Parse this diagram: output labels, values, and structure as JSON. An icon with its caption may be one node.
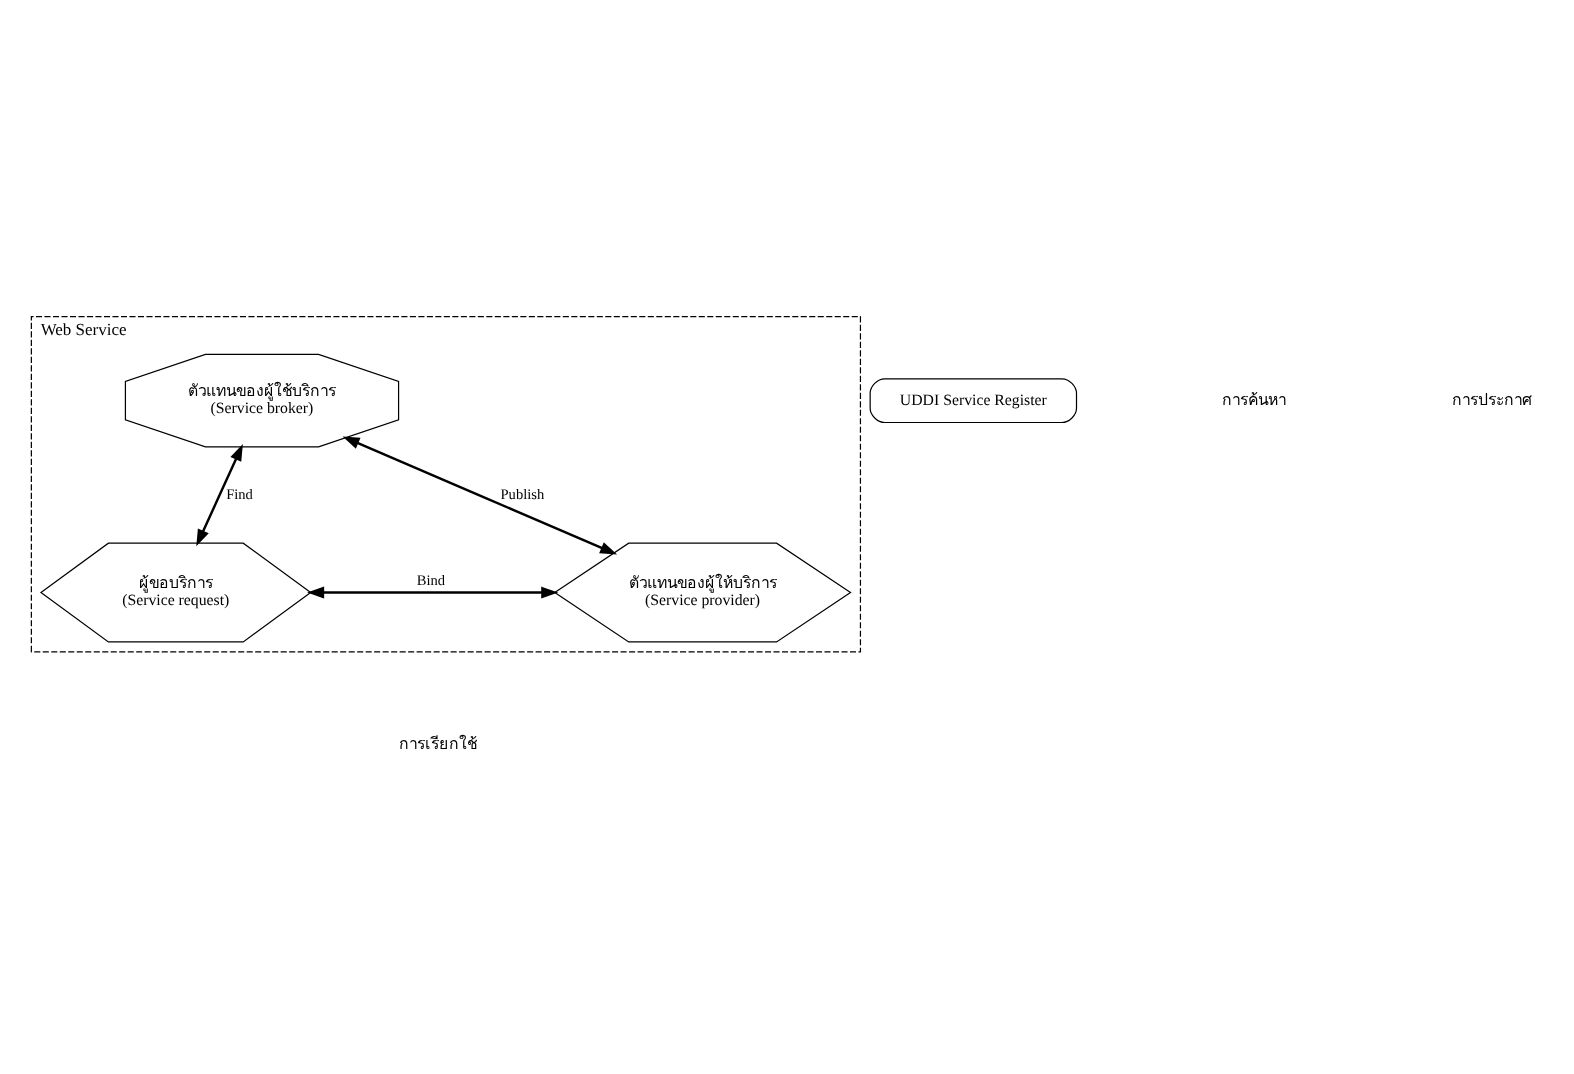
{
  "diagram": {
    "nodes": [
      {
        "text": [
          "Web Service"
        ]
      },
      {
        "text": [
          "UDDI Service Register"
        ]
      },
      {
        "text": [
          "ตัวแทนของผู้ใช้บริการ",
          "(Service broker)"
        ],
        "in": 0
      },
      {
        "text": [
          "ผู้ขอบริการ",
          "(Service request)"
        ],
        "in": 0
      },
      {
        "text": [
          "ตัวแทนของผู้ให้บริการ",
          "(Service provider)"
        ],
        "in": 0
      }
    ],
    "edges": [
      {
        "from": 2,
        "to": 3,
        "arrow": "both",
        "label": "Find"
      },
      {
        "from": 2,
        "to": 4,
        "arrow": "both",
        "label": "Publish"
      },
      {
        "from": 3,
        "to": 4,
        "arrow": "both",
        "label": "Bind"
      }
    ],
    "labels": [
      "การค้นหา",
      "การประกาศ",
      "การเรียกใช้"
    ]
  }
}
